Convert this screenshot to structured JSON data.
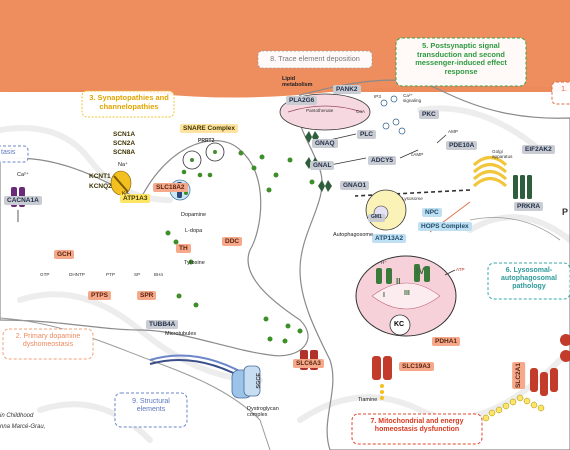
{
  "sections": {
    "s3": "3. Synaptopathies and channelopathies",
    "s5": "5. Postsynaptic signal transduction and second messenger-induced effect response",
    "s6": "6. Lysosomal-autophagosomal pathology",
    "s7": "7. Mitochondrial and energy homeostasis dysfunction",
    "s8": "8. Trace element deposition",
    "s9": "9. Structural elements",
    "s2": "2. Primary dopamine dyshomeostasis",
    "s1_partial": "1.",
    "s4_partial": "tasis"
  },
  "genes": {
    "cacna1a": "CACNA1A",
    "kcnt1": "KCNT1",
    "kcnq2": "KCNQ2",
    "scn1a": "SCN1A",
    "scn2a": "SCN2A",
    "scn8a": "SCN8A",
    "atp1a3": "ATP1A3",
    "slc18a2": "SLC18A2",
    "snare": "SNARE Complex",
    "prrt2": "PRRT2",
    "th": "TH",
    "ddc": "DDC",
    "gch": "GCH",
    "ptps": "PTPS",
    "spr": "SPR",
    "tubb4a": "TUBB4A",
    "sgce": "SGCE",
    "slc6a3": "SLC6A3",
    "pla2g6": "PLA2G6",
    "pank2": "PANK2",
    "gnaq": "GNAQ",
    "gnal": "GNAL",
    "gnao1": "GNAO1",
    "plc": "PLC",
    "pkc": "PKC",
    "adcy5": "ADCY5",
    "pde10a": "PDE10A",
    "eif2ak2": "EIF2AK2",
    "prkra": "PRKRA",
    "npc": "NPC",
    "gm1": "GM1",
    "atp13a2": "ATP13A2",
    "hops": "HOPS Complex",
    "pdha1": "PDHA1",
    "slc19a3": "SLC19A3",
    "slc2a1": "SLC2A1"
  },
  "labels": {
    "ca": "Ca²⁺",
    "k": "K⁺",
    "na": "Na⁺",
    "dopamine": "Dopamine",
    "ldopa": "L-dopa",
    "tyrosine": "Tyrosine",
    "gtp": "GTP",
    "dhntp": "DHNTP",
    "ptp": "PTP",
    "sp": "SP",
    "bh4": "BH4",
    "microtubules": "Microtubules",
    "dystroglycan": "Dystroglycan complex",
    "lipid": "Lipid metabolism",
    "pantothenate": "Pantothenate",
    "coa": "CoA",
    "ip3": "IP3",
    "ca_signaling": "Ca²⁺ signaling",
    "camp": "cAMP",
    "amp": "AMP",
    "golgi": "Golgi apparatus",
    "lysosome": "Lysosome",
    "autophagosome": "Autophagosome",
    "thiamine": "Tiamine",
    "atp": "ATP",
    "kc": "KC",
    "iv": "IV",
    "iii": "III",
    "ii": "II",
    "i": "I",
    "hplus": "H⁺",
    "credit1": "in Childhood",
    "credit2": "nna Marcé-Grau,",
    "p_right": "P"
  },
  "colors": {
    "banner": "#ed8a5c",
    "salmon_tag": "#f5a98a",
    "gray_tag": "#c9ccd3",
    "vesicle_dot": "#3e8e2a",
    "receptor_green": "#2e5e3b"
  }
}
